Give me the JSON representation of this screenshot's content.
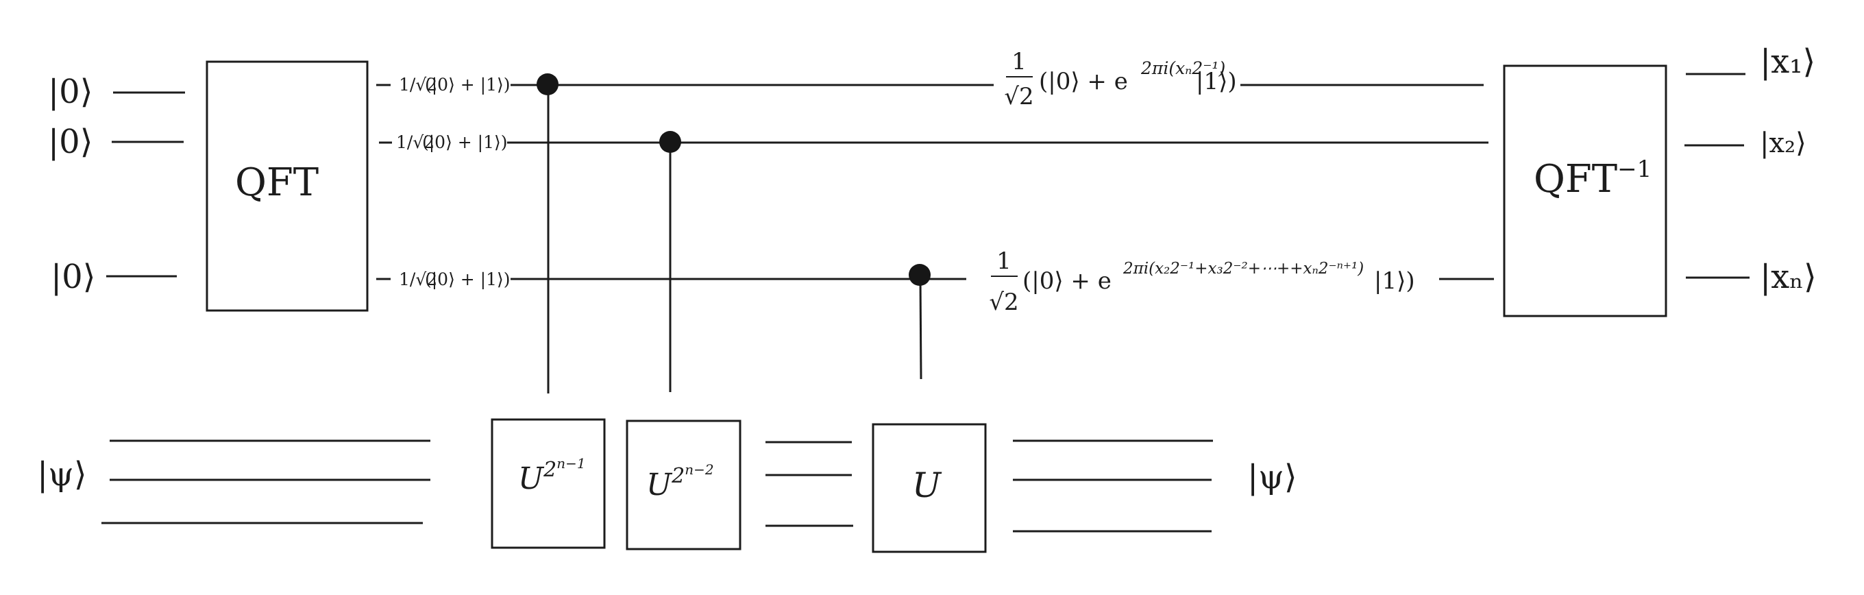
{
  "inputs": {
    "q1": "|0⟩",
    "q2": "|0⟩",
    "qn": "|0⟩",
    "psi": "|ψ⟩"
  },
  "gates": {
    "qft": "QFT",
    "qft_inv_base": "QFT",
    "qft_inv_sup": "−1",
    "u1_base": "U",
    "u1_exp": "2",
    "u1_exp_sup": "n−1",
    "u2_base": "U",
    "u2_exp": "2",
    "u2_exp_sup": "n−2",
    "u3": "U"
  },
  "states": {
    "hadamard_coef": "1/√2",
    "hadamard_ket": "(|0⟩ + |1⟩)",
    "top_coef_num": "1",
    "top_coef_den": "√2",
    "top_pre": "(|0⟩ + e",
    "top_exp": "2πi(xₙ2⁻¹)",
    "top_post": "|1⟩)",
    "bot_coef_num": "1",
    "bot_coef_den": "√2",
    "bot_pre": "(|0⟩ + e",
    "bot_exp": "2πi(x₂2⁻¹+x₃2⁻²+⋯++xₙ2⁻ⁿ⁺¹)",
    "bot_post": "|1⟩)"
  },
  "outputs": {
    "x1": "|x₁⟩",
    "x2": "|x₂⟩",
    "xn": "|xₙ⟩",
    "psi": "|ψ⟩"
  }
}
